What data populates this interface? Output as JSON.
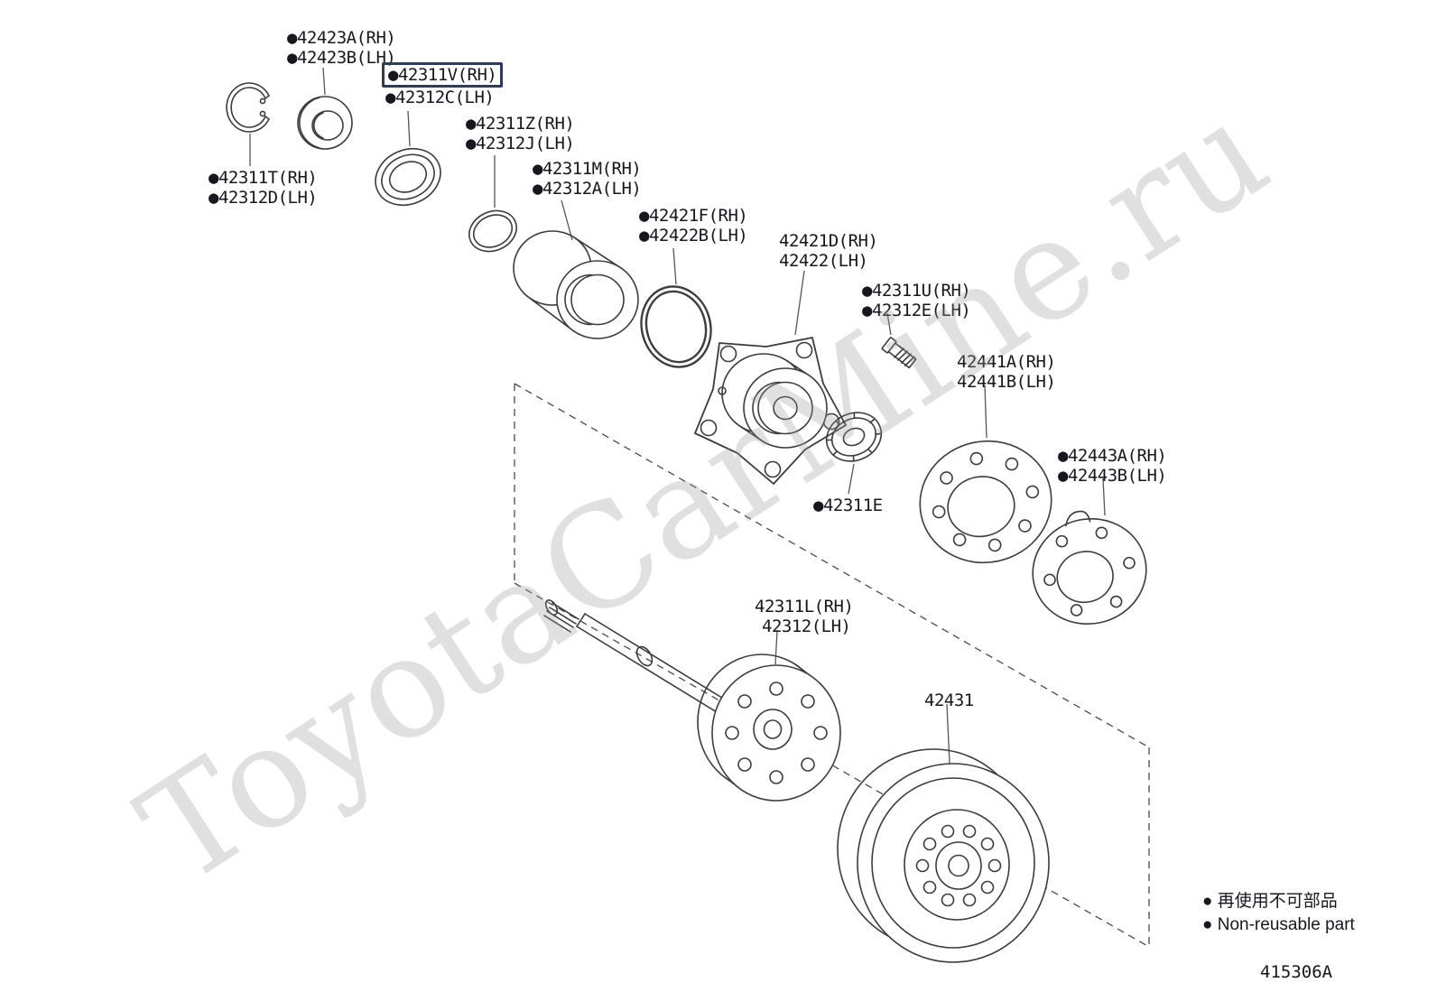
{
  "watermark": "ToyotaCarMine.ru",
  "diagram_code": "415306A",
  "colors": {
    "highlight_box": "#2e3d55",
    "label_ink": "#17171f",
    "line_art": "#3b3b40"
  },
  "legend": {
    "non_reusable_jp": "● 再使用不可部品",
    "non_reusable_en": "● Non-reusable part"
  },
  "labels": {
    "p42423": {
      "line1": "●42423A(RH)",
      "line2": "●42423B(LH)"
    },
    "p42311v": {
      "line1": "●42311V(RH)",
      "line2": "●42312C(LH)"
    },
    "p42311z": {
      "line1": "●42311Z(RH)",
      "line2": "●42312J(LH)"
    },
    "p42311m": {
      "line1": "●42311M(RH)",
      "line2": "●42312A(LH)"
    },
    "p42421f": {
      "line1": "●42421F(RH)",
      "line2": "●42422B(LH)"
    },
    "p42421d": {
      "line1": "42421D(RH)",
      "line2": "42422(LH)"
    },
    "p42311t": {
      "line1": "●42311T(RH)",
      "line2": "●42312D(LH)"
    },
    "p42311u": {
      "line1": "●42311U(RH)",
      "line2": "●42312E(LH)"
    },
    "p42441": {
      "line1": "42441A(RH)",
      "line2": "42441B(LH)"
    },
    "p42443": {
      "line1": "●42443A(RH)",
      "line2": "●42443B(LH)"
    },
    "p42311e": {
      "line1": "●42311E"
    },
    "p42311l": {
      "line1": "42311L(RH)",
      "line2": "42312(LH)"
    },
    "p42431": {
      "line1": "42431"
    }
  }
}
